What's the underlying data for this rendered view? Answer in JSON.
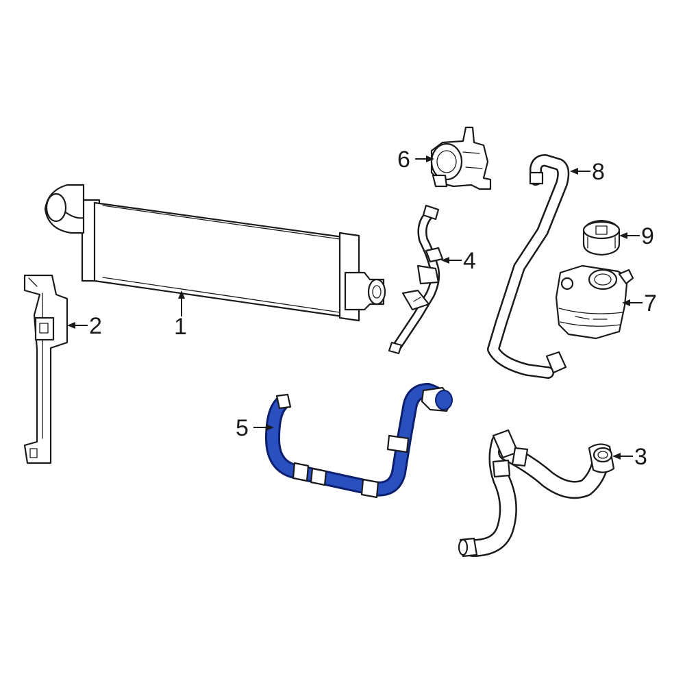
{
  "callouts": {
    "c1": "1",
    "c2": "2",
    "c3": "3",
    "c4": "4",
    "c5": "5",
    "c6": "6",
    "c7": "7",
    "c8": "8",
    "c9": "9"
  },
  "colors": {
    "line": "#1a1a1a",
    "highlight": "#2a4fbf",
    "highlight_outline": "#0b1f6e",
    "background": "#ffffff"
  }
}
